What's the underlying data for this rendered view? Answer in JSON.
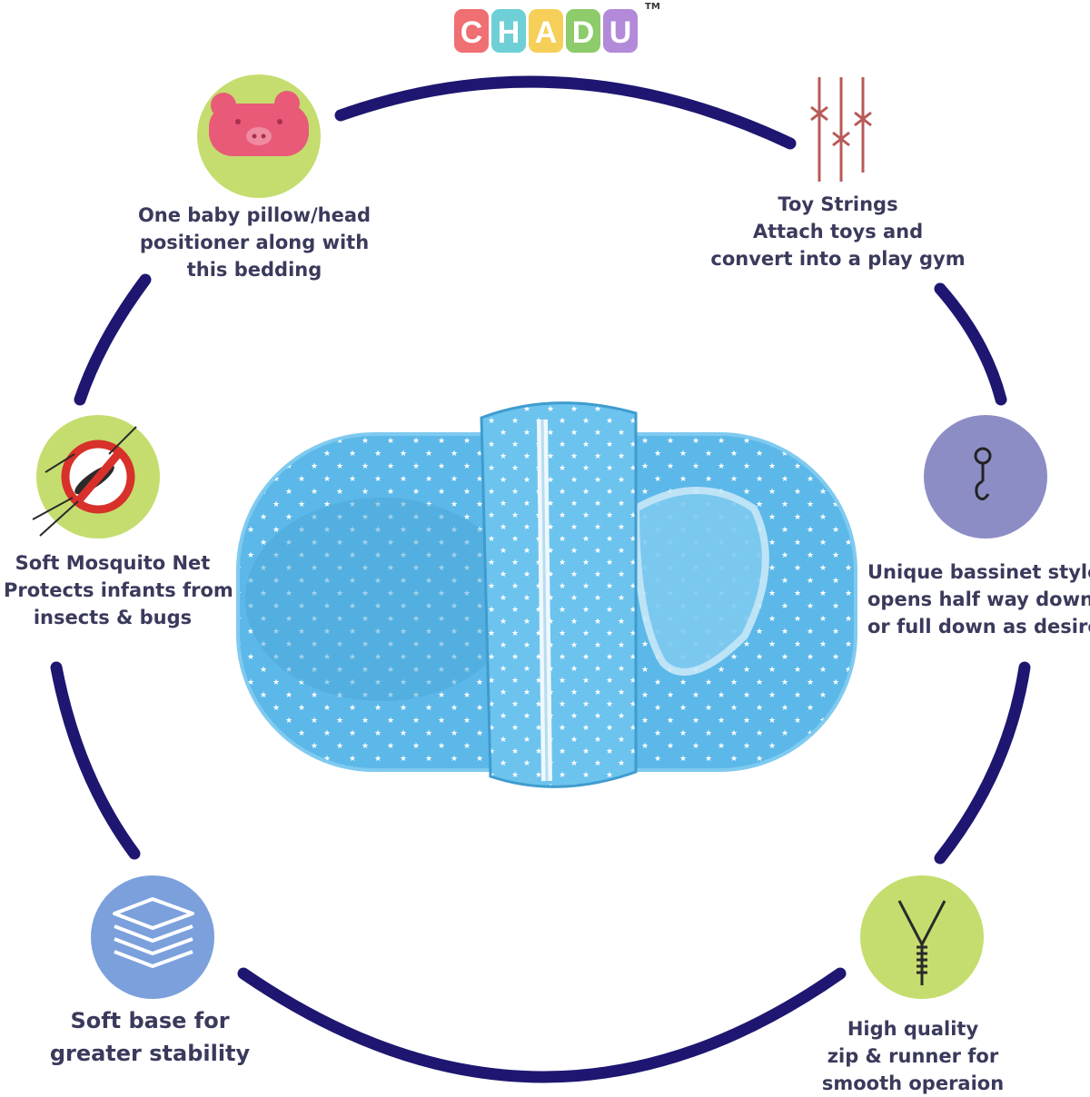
{
  "brand": {
    "letters": [
      "C",
      "H",
      "A",
      "D",
      "U"
    ],
    "tm": "TM",
    "letter_colors": [
      "#ef6f73",
      "#6fcfd6",
      "#f6cf59",
      "#8ecb6a",
      "#b28ad9"
    ]
  },
  "colors": {
    "ring": "#1e1670",
    "text": "#3a3a5c",
    "green_circle": "#c5dd6e",
    "purple_circle": "#8d8dc6",
    "blue_circle": "#7ba0dc",
    "net_blue": "#5cb8e8"
  },
  "features": [
    {
      "id": "pillow",
      "icon": "pig-pillow-icon",
      "lines": [
        "One baby pillow/head",
        "positioner along with",
        "this bedding"
      ]
    },
    {
      "id": "toy-strings",
      "icon": "toy-strings-icon",
      "lines": [
        "Toy Strings",
        "Attach toys and",
        "convert into a play gym"
      ]
    },
    {
      "id": "mosquito",
      "icon": "no-mosquito-icon",
      "lines": [
        "Soft Mosquito Net",
        "Protects infants from",
        "insects & bugs"
      ]
    },
    {
      "id": "bassinet",
      "icon": "hook-icon",
      "lines": [
        "Unique bassinet style",
        "opens half way down",
        "or full down as desired"
      ]
    },
    {
      "id": "soft-base",
      "icon": "layers-icon",
      "lines": [
        "Soft base for",
        "greater stability"
      ]
    },
    {
      "id": "zip",
      "icon": "zipper-icon",
      "lines": [
        "High quality",
        "zip & runner for",
        "smooth operaion"
      ]
    }
  ]
}
